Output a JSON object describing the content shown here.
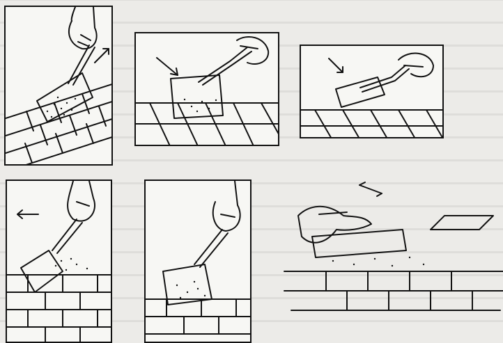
{
  "figure": {
    "panels": [
      {
        "id": "p1",
        "arrow": "up-right"
      },
      {
        "id": "p2",
        "arrow": "down-right"
      },
      {
        "id": "p3",
        "arrow": "down-right"
      },
      {
        "id": "p4",
        "arrow": "left"
      },
      {
        "id": "p5",
        "arrow": "none"
      },
      {
        "id": "p6",
        "arrow": "left-right"
      }
    ],
    "icons": [
      "trowel-icon",
      "hand-icon",
      "brick-icon",
      "mortar-icon",
      "arrow-icon"
    ],
    "colors": {
      "ink": "#111111",
      "paper": "#f7f7f4",
      "background": "#ecebe8"
    }
  }
}
